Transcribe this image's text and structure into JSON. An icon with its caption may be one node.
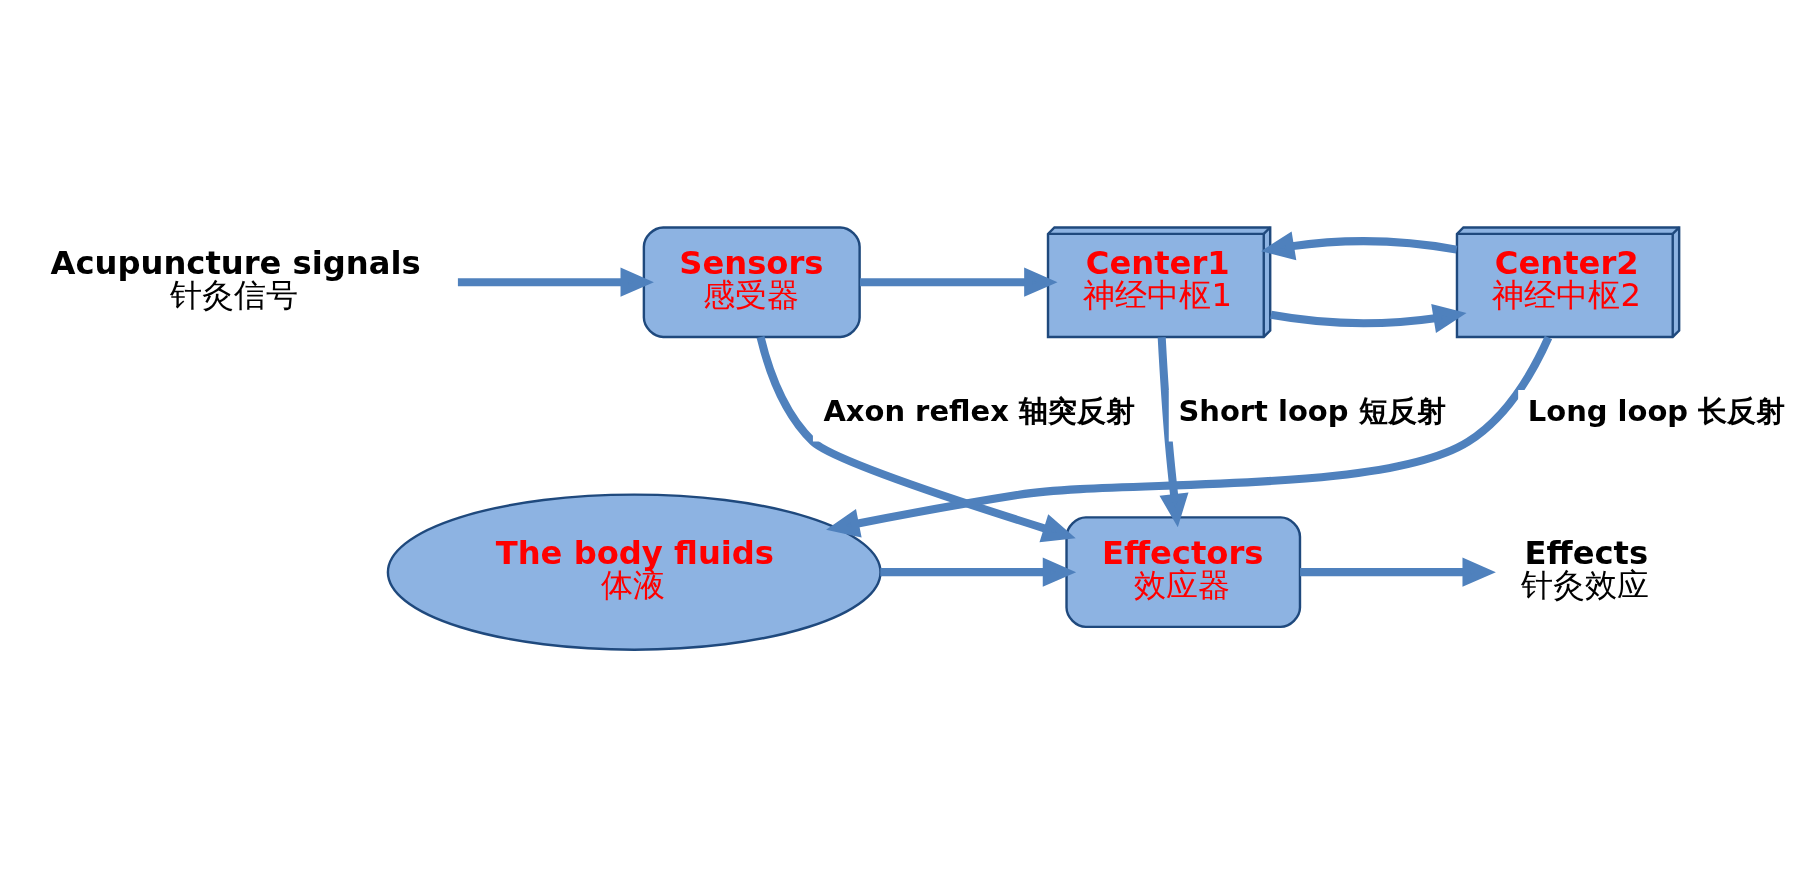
{
  "diagram": {
    "nodes": [
      {
        "text": [
          "Acupuncture signals",
          "针灸信号"
        ]
      },
      {
        "text": [
          "Sensors",
          "感受器"
        ]
      },
      {
        "text": [
          "Center1",
          "神经中枢1"
        ]
      },
      {
        "text": [
          "Center2",
          "神经中枢2"
        ]
      },
      {
        "text": [
          "Effectors",
          "效应器"
        ]
      },
      {
        "text": [
          "The body fluids",
          "体液"
        ]
      },
      {
        "text": [
          "Effects",
          "针灸效应"
        ]
      }
    ],
    "edges": [
      {
        "from": 0,
        "to": 1,
        "arrow": "to"
      },
      {
        "from": 1,
        "to": 2,
        "arrow": "to"
      },
      {
        "from": 1,
        "to": 4,
        "arrow": "to",
        "label": "Axon reflex 轴突反射"
      },
      {
        "from": 2,
        "to": 3,
        "arrow": "to"
      },
      {
        "from": 3,
        "to": 2,
        "arrow": "to"
      },
      {
        "from": 2,
        "to": 4,
        "arrow": "to",
        "label": "Short loop 短反射"
      },
      {
        "from": 3,
        "to": 5,
        "arrow": "to",
        "label": "Long loop 长反射"
      },
      {
        "from": 5,
        "to": 4,
        "arrow": "to"
      },
      {
        "from": 4,
        "to": 6,
        "arrow": "to"
      }
    ]
  }
}
